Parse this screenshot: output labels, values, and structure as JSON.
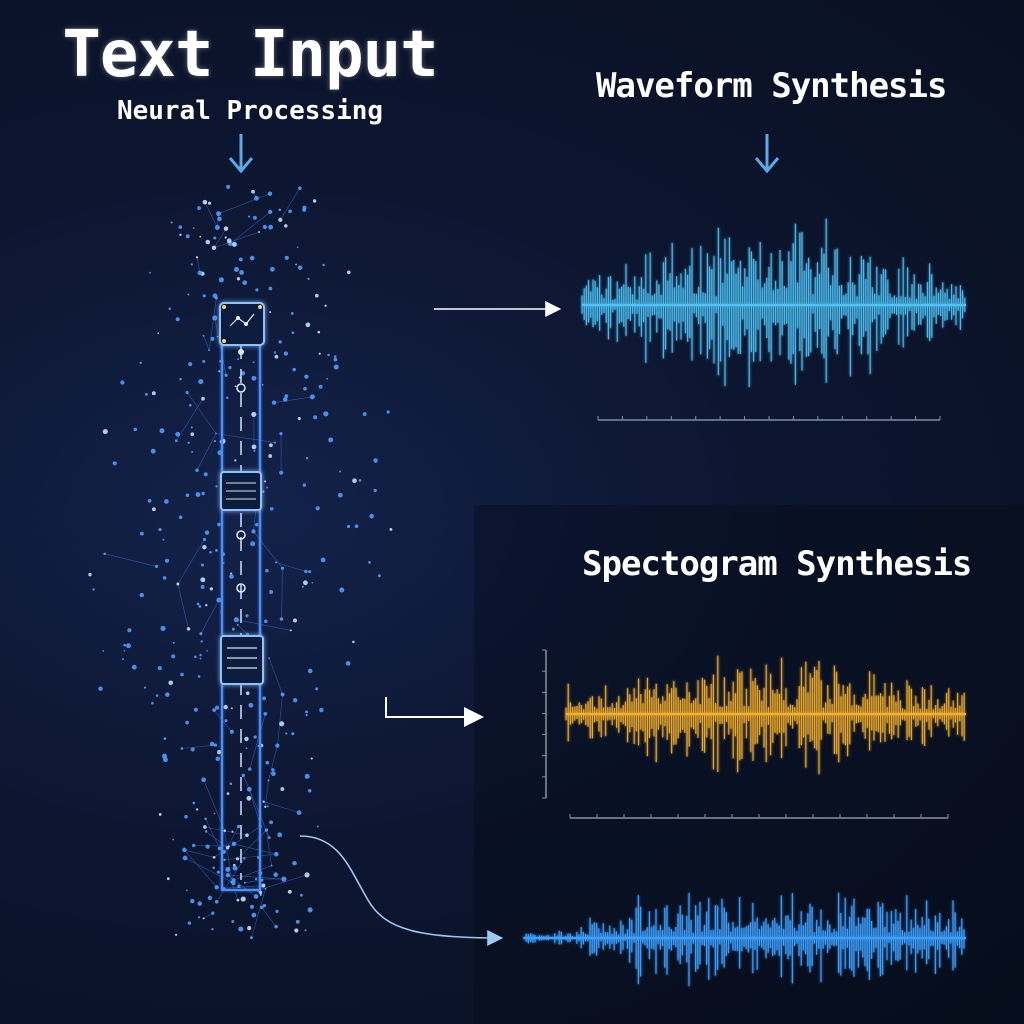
{
  "input": {
    "title": "Text Input",
    "subtitle": "Neural Processing"
  },
  "outputs": {
    "waveform_title": "Waveform Synthesis",
    "spectrogram_title": "Spectogram Synthesis"
  },
  "colors": {
    "background": "#0b1226",
    "network": "#3f8cff",
    "waveform": "#4fc3f7",
    "spectrogram": "#f5b12e",
    "audio_output": "#3ea0ff",
    "arrow": "#ffffff",
    "input_arrow": "#5aa9e6"
  }
}
